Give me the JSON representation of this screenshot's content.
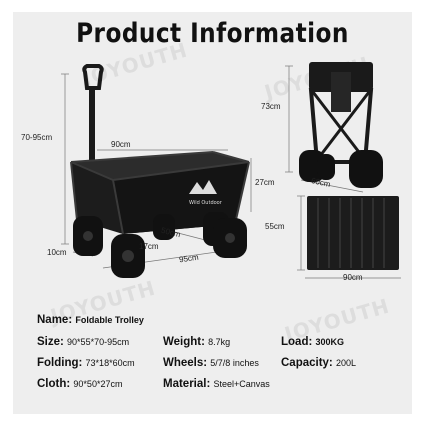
{
  "title": "Product Information",
  "watermark": "JOYOUTH",
  "brand_mark": "Wild Outdoor",
  "dimensions": {
    "height": "70-95cm",
    "length_top": "90cm",
    "depth": "27cm",
    "width_bottom": "50cm",
    "base_length": "95cm",
    "clearance": "17cm",
    "wheel_width": "10cm",
    "folded_height": "73cm",
    "folded_depth": "60cm",
    "floor_width": "55cm",
    "floor_length": "90cm"
  },
  "specs": {
    "name_label": "Name:",
    "name_value": "Foldable Trolley",
    "size_label": "Size:",
    "size_value": "90*55*70-95cm",
    "weight_label": "Weight:",
    "weight_value": "8.7kg",
    "load_label": "Load:",
    "load_value": "300KG",
    "folding_label": "Folding:",
    "folding_value": "73*18*60cm",
    "wheels_label": "Wheels:",
    "wheels_value": "5/7/8 inches",
    "capacity_label": "Capacity:",
    "capacity_value": "200L",
    "cloth_label": "Cloth:",
    "cloth_value": "90*50*27cm",
    "material_label": "Material:",
    "material_value": "Steel+Canvas"
  },
  "colors": {
    "background": "#eeeeee",
    "product": "#1a1a1a",
    "text": "#111111"
  }
}
